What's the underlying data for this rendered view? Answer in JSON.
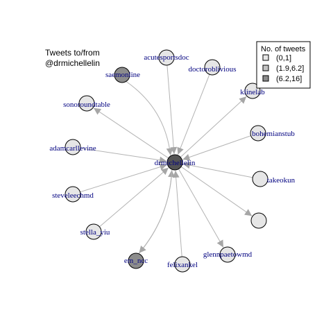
{
  "title_lines": [
    "Tweets to/from",
    "@drmichellelin"
  ],
  "legend": {
    "title": "No. of tweets",
    "items": [
      {
        "label": "(0,1]",
        "color": "#e6e6e6"
      },
      {
        "label": "(1.9,6.2]",
        "color": "#c3c3c3"
      },
      {
        "label": "(6.2,16]",
        "color": "#8c8c8c"
      }
    ]
  },
  "colors": {
    "edge": "#b3b3b3",
    "arrow": "#a6a6a6",
    "node_stroke": "#000000",
    "label": "#000080"
  },
  "center": {
    "label": "drmichellelin",
    "color": "#545454"
  },
  "nodes": [
    {
      "id": "acutesportsdoc",
      "label": "acutesportsdoc",
      "color": "#e6e6e6",
      "direction": "to_center"
    },
    {
      "id": "saemonline",
      "label": "saemonline",
      "color": "#8c8c8c",
      "direction": "to_center"
    },
    {
      "id": "doctoroblivious",
      "label": "doctoroblivious",
      "color": "#e6e6e6",
      "direction": "to_center"
    },
    {
      "id": "klinelab",
      "label": "klinelab",
      "color": "#e6e6e6",
      "direction": "from_center"
    },
    {
      "id": "sonoroundtable",
      "label": "sonoroundtable",
      "color": "#e6e6e6",
      "direction": "from_center"
    },
    {
      "id": "bohemianstub",
      "label": "bohemianstub",
      "color": "#e6e6e6",
      "direction": "to_center"
    },
    {
      "id": "adamcarllevine",
      "label": "adamcarllevine",
      "color": "#e6e6e6",
      "direction": "to_center"
    },
    {
      "id": "takeokun",
      "label": "takeokun",
      "color": "#e6e6e6",
      "direction": "to_center"
    },
    {
      "id": "steveleechmd",
      "label": "steveleechmd",
      "color": "#e6e6e6",
      "direction": "to_center"
    },
    {
      "id": "unlabeled",
      "label": "",
      "color": "#e6e6e6",
      "direction": "from_center"
    },
    {
      "id": "stella_yiu",
      "label": "stella_yiu",
      "color": "#e6e6e6",
      "direction": "to_center"
    },
    {
      "id": "glennpaetowmd",
      "label": "glennpaetowmd",
      "color": "#e6e6e6",
      "direction": "from_center"
    },
    {
      "id": "em_ncc",
      "label": "em_ncc",
      "color": "#8c8c8c",
      "direction": "both"
    },
    {
      "id": "felixankel",
      "label": "felixankel",
      "color": "#e6e6e6",
      "direction": "to_center"
    }
  ]
}
